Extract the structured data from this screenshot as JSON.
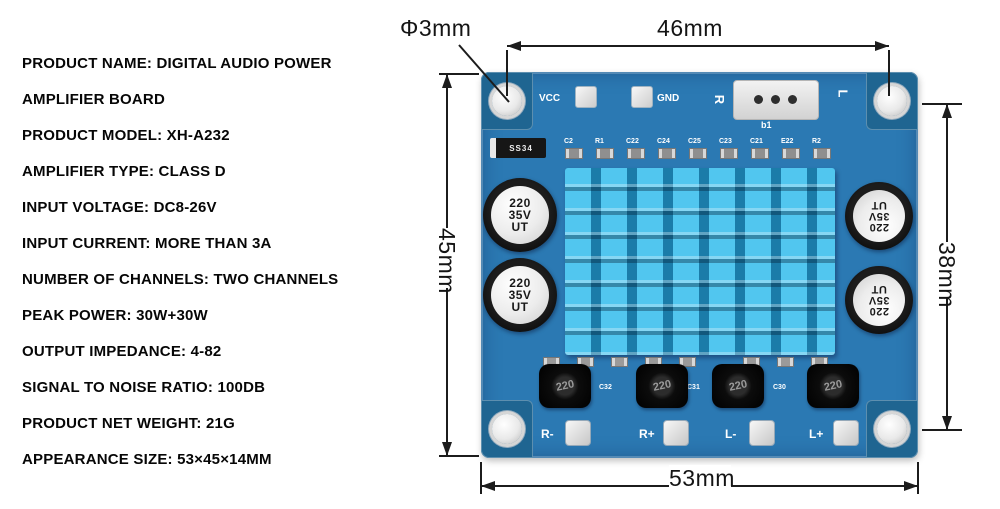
{
  "specs": [
    "PRODUCT NAME: DIGITAL AUDIO POWER AMPLIFIER BOARD",
    "PRODUCT MODEL: XH-A232",
    "AMPLIFIER TYPE: CLASS D",
    "INPUT VOLTAGE: DC8-26V",
    "INPUT CURRENT: MORE THAN 3A",
    "NUMBER OF CHANNELS: TWO CHANNELS",
    "PEAK POWER: 30W+30W",
    "OUTPUT IMPEDANCE: 4-82",
    "SIGNAL TO NOISE RATIO: 100DB",
    "PRODUCT NET WEIGHT: 21G",
    "APPEARANCE SIZE: 53×45×14MM"
  ],
  "dimensions": {
    "hole_diameter": "Φ3mm",
    "top_width": "46mm",
    "left_height": "45mm",
    "right_height": "38mm",
    "bottom_width": "53mm"
  },
  "pcb": {
    "silkscreen": {
      "vcc": "VCC",
      "gnd": "GND",
      "right_channel": "R",
      "left_channel": "L",
      "connector_ref": "b1",
      "diode_marking": "SS34",
      "terminal_r_minus": "R-",
      "terminal_r_plus": "R+",
      "terminal_l_minus": "L-",
      "terminal_l_plus": "L+"
    },
    "smd_refs_top": [
      "C2",
      "R1",
      "C22",
      "C24",
      "C25",
      "C23",
      "C21",
      "E22",
      "R2"
    ],
    "smd_refs_bottom": [
      "C32",
      "C31",
      "C30"
    ],
    "capacitor_marking": {
      "line1": "220",
      "line2": "35V",
      "line3": "UT"
    },
    "inductor_marking": "220",
    "colors": {
      "board": "#2b79b3",
      "corner": "#1f6591",
      "heatsink": "#3fb9e6",
      "silkscreen": "#ffffff",
      "dimension_lines": "#1c1c1c",
      "background": "#ffffff"
    }
  }
}
